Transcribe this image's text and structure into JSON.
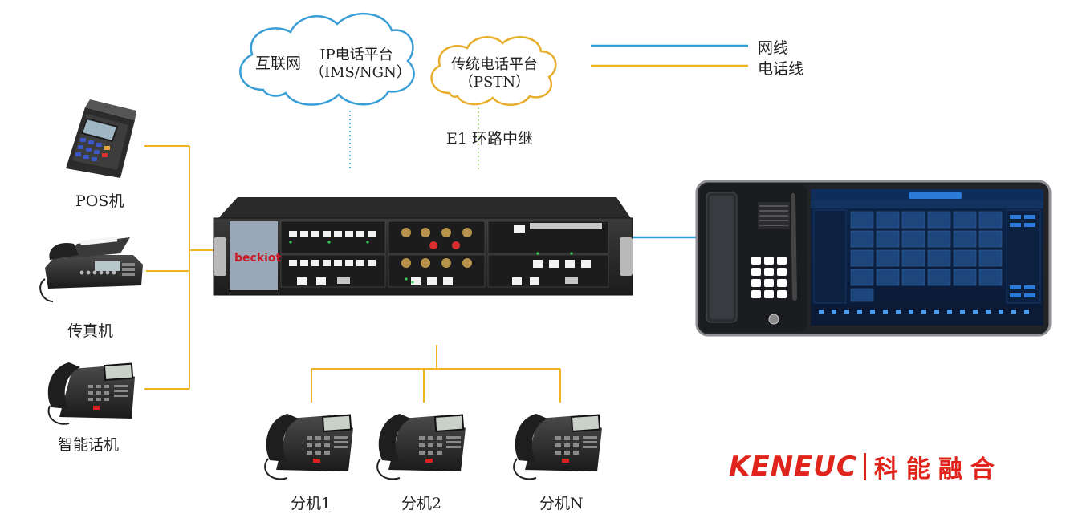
{
  "clouds": {
    "ip_platform": {
      "prefix": "互联网",
      "title": "IP电话平台",
      "subtitle": "（IMS/NGN）"
    },
    "pstn_platform": {
      "title": "传统电话平台",
      "subtitle": "（PSTN）"
    }
  },
  "trunk_label": "E1 环路中继",
  "legend": {
    "network": "网线",
    "phone": "电话线"
  },
  "devices": {
    "pos": "POS机",
    "fax": "传真机",
    "smart_phone": "智能话机",
    "gateway_logo": "beckiot"
  },
  "extensions": [
    "分机1",
    "分机2",
    "分机N"
  ],
  "brand": {
    "logo": "KENEUC",
    "chinese": "科能融合"
  },
  "colors": {
    "network_line": "#2e9fd6",
    "phone_line": "#f0b324",
    "cloud_blue": "#3a9ed6",
    "cloud_orange": "#e8ad2c",
    "brand_red": "#e0241b"
  }
}
